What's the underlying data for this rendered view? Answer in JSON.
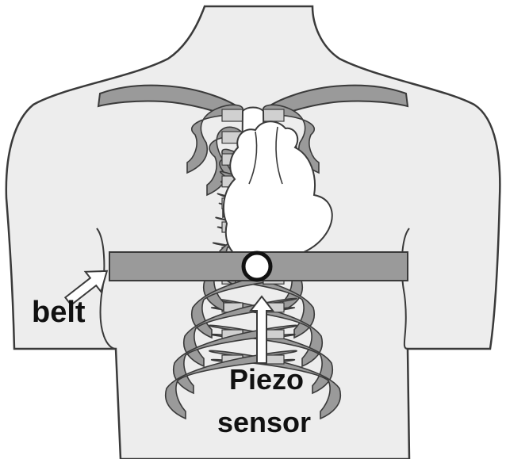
{
  "labels": {
    "belt": "belt",
    "sensor_line1": "Piezo",
    "sensor_line2": "sensor"
  },
  "colors": {
    "background": "#ffffff",
    "body_fill": "#ededed",
    "outline": "#3a3a3a",
    "rib_fill": "#9a9a9a",
    "cartilage_fill": "#d0d0d0",
    "heart_fill": "#ffffff",
    "belt_fill": "#9a9a9a",
    "sensor_fill": "#ffffff",
    "text": "#111111"
  }
}
